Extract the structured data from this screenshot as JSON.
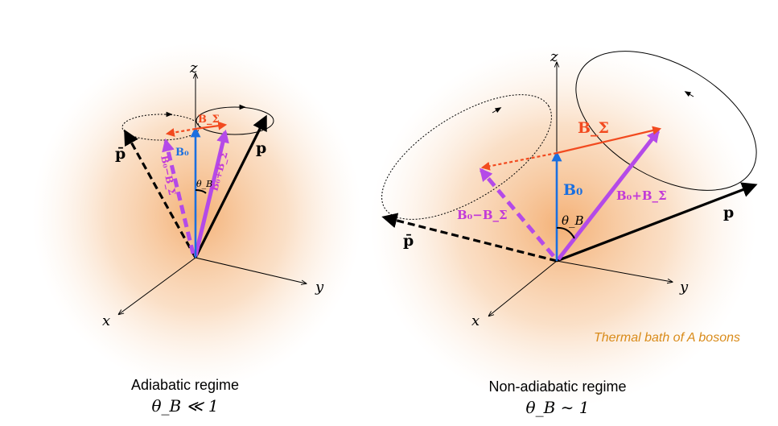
{
  "panels": [
    {
      "id": "left",
      "caption": "Adiabatic regime",
      "condition": "θ_B ≪ 1",
      "axis_labels": {
        "x": "x",
        "y": "y",
        "z": "z"
      },
      "vectors": {
        "B0": "B₀",
        "BSigma": "B_Σ",
        "B0_plus": "B₀+B_Σ",
        "B0_minus": "B₀−B_Σ",
        "p": "p",
        "pbar": "p̄"
      },
      "angle_label": "θ_B"
    },
    {
      "id": "right",
      "caption": "Non-adiabatic regime",
      "condition": "θ_B ∼ 1",
      "axis_labels": {
        "x": "x",
        "y": "y",
        "z": "z"
      },
      "vectors": {
        "B0": "B₀",
        "BSigma": "B_Σ",
        "B0_plus": "B₀+B_Σ",
        "B0_minus": "B₀−B_Σ",
        "p": "p",
        "pbar": "p̄"
      },
      "angle_label": "θ_B"
    }
  ],
  "bath_label": "Thermal bath of A bosons",
  "colors": {
    "bath": "#f2a35e",
    "B0": "#1a6fe0",
    "BSigma": "#f24a1f",
    "sum": "#b44ae8",
    "sum_label": "#c23ad8",
    "p": "#000000",
    "bath_text": "#d98b1a"
  }
}
